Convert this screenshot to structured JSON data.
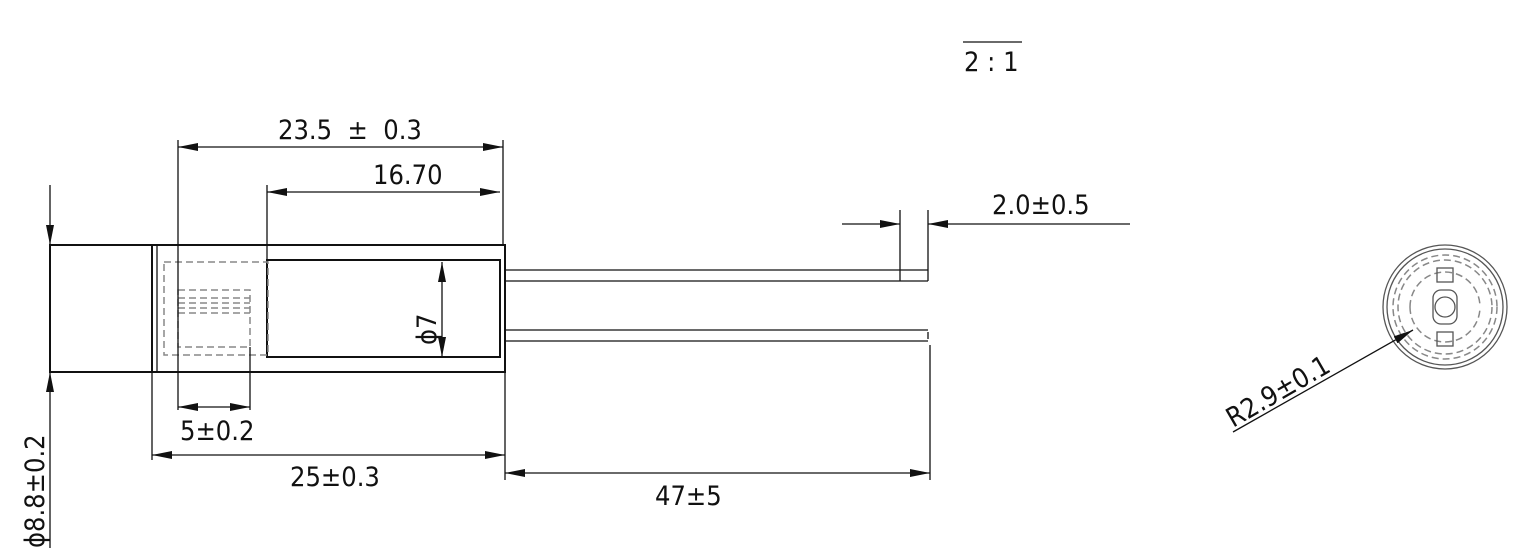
{
  "drawing": {
    "scale": "2 : 1",
    "dimensions": {
      "overall_body_length": "23.5  ±  0.3",
      "inner_length": "16.70",
      "lead_bend": "2.0±0.5",
      "inner_diameter": "ϕ7",
      "slot_length": "5±0.2",
      "body_length": "25±0.3",
      "lead_length": "47±5",
      "outer_diameter": "ϕ8.8±0.2",
      "radius": "R2.9±0.1"
    },
    "line_color": "#111111"
  }
}
